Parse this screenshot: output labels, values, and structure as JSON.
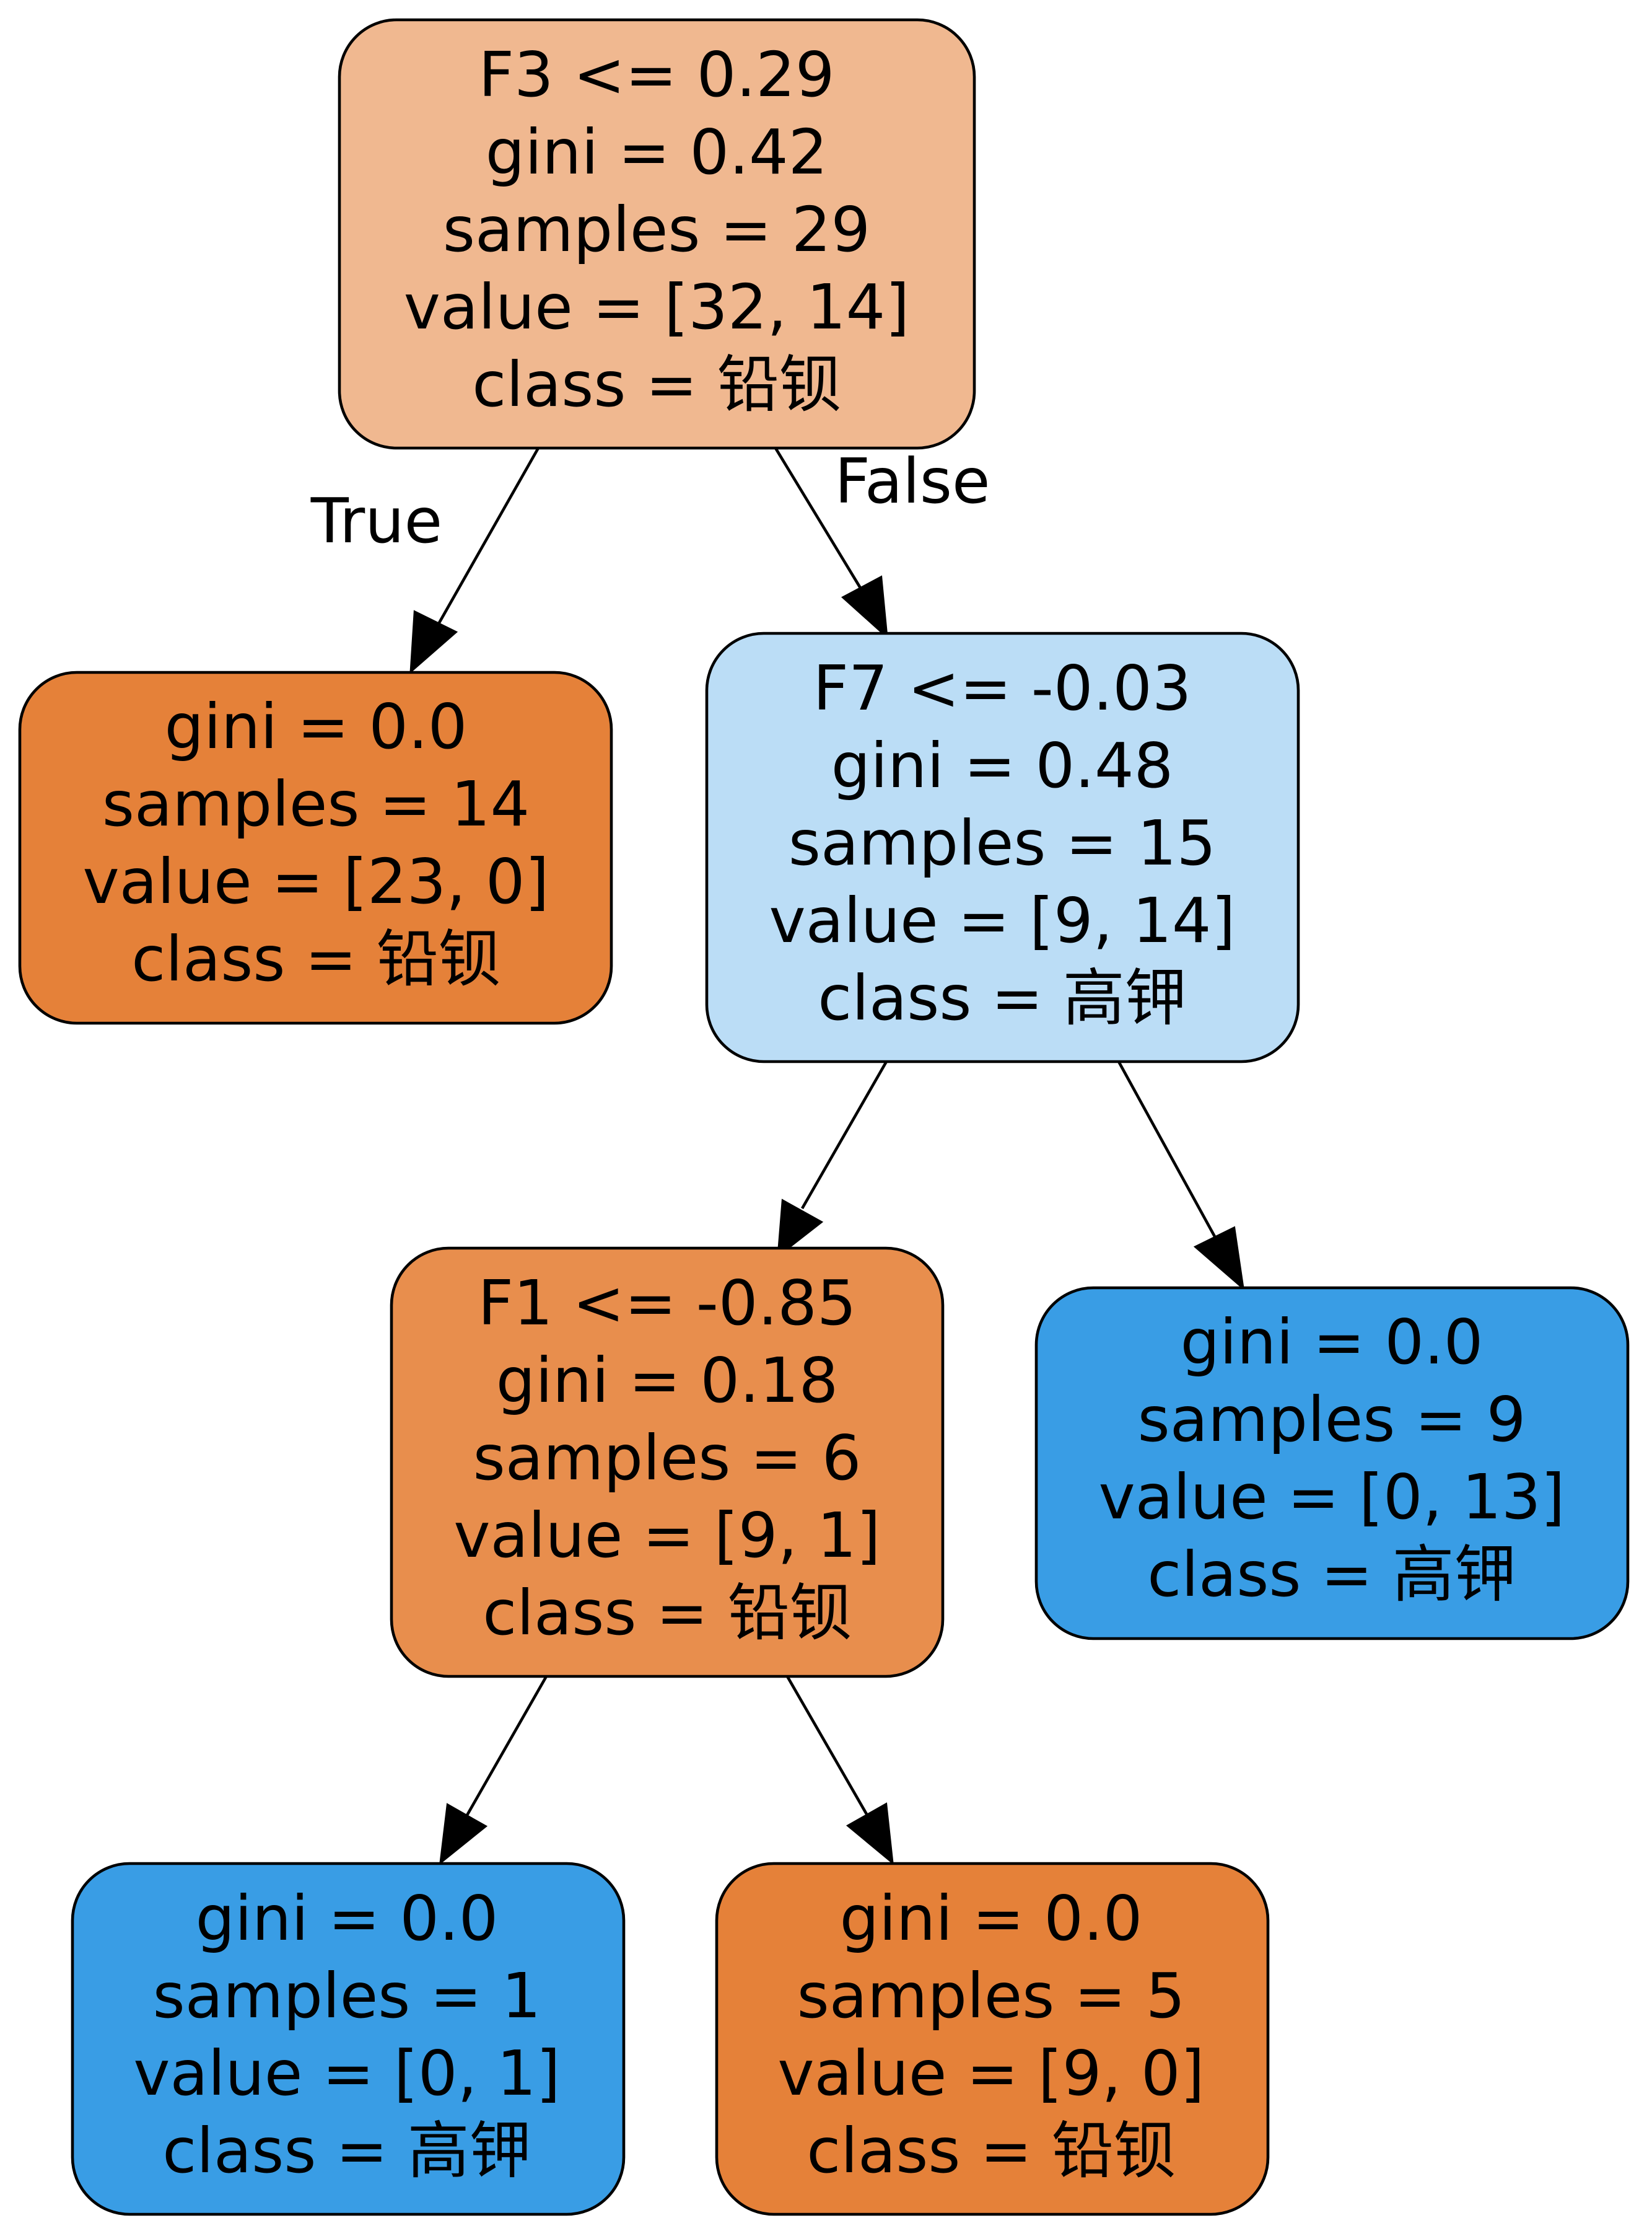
{
  "colors": {
    "root": "#f0b890",
    "leaf_orange": "#e58139",
    "node_light_blue": "#bbddf6",
    "node_orange": "#e88e4d",
    "leaf_blue": "#399de5",
    "stroke": "#000000"
  },
  "tree": {
    "edge_true_label": "True",
    "edge_false_label": "False",
    "nodes": [
      {
        "id": "root",
        "fill": "root",
        "lines": [
          "F3 <= 0.29",
          "gini = 0.42",
          "samples = 29",
          "value = [32, 14]",
          "class = 铅钡"
        ]
      },
      {
        "id": "leaf-a",
        "fill": "leaf_orange",
        "lines": [
          "gini = 0.0",
          "samples = 14",
          "value = [23, 0]",
          "class = 铅钡"
        ]
      },
      {
        "id": "split-f7",
        "fill": "node_light_blue",
        "lines": [
          "F7 <= -0.03",
          "gini = 0.48",
          "samples = 15",
          "value = [9, 14]",
          "class = 高钾"
        ]
      },
      {
        "id": "split-f1",
        "fill": "node_orange",
        "lines": [
          "F1 <= -0.85",
          "gini = 0.18",
          "samples = 6",
          "value = [9, 1]",
          "class = 铅钡"
        ]
      },
      {
        "id": "leaf-b",
        "fill": "leaf_blue",
        "lines": [
          "gini = 0.0",
          "samples = 9",
          "value = [0, 13]",
          "class = 高钾"
        ]
      },
      {
        "id": "leaf-c",
        "fill": "leaf_blue",
        "lines": [
          "gini = 0.0",
          "samples = 1",
          "value = [0, 1]",
          "class = 高钾"
        ]
      },
      {
        "id": "leaf-d",
        "fill": "leaf_orange",
        "lines": [
          "gini = 0.0",
          "samples = 5",
          "value = [9, 0]",
          "class = 铅钡"
        ]
      }
    ]
  }
}
